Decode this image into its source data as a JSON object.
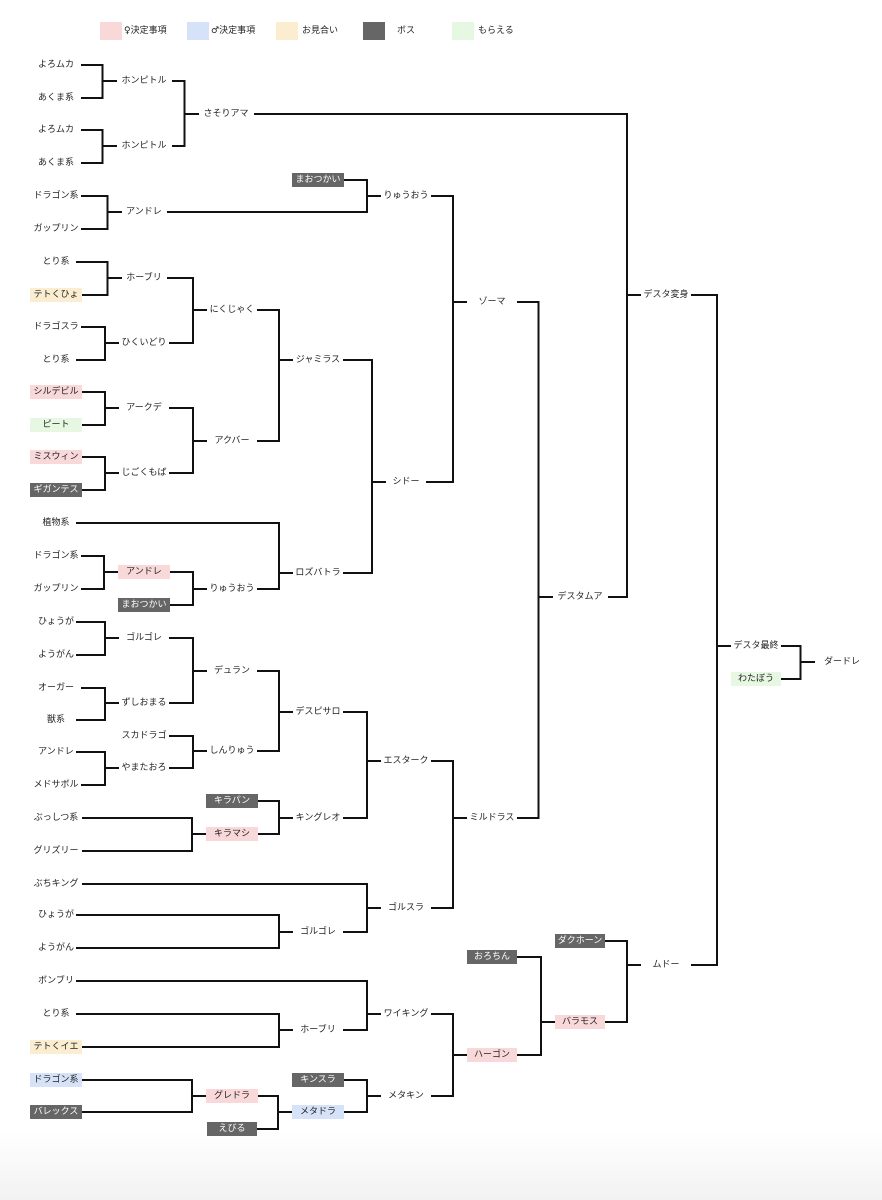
{
  "legend": [
    {
      "key": "female",
      "label": "♀決定事項",
      "color": "#f9d8da"
    },
    {
      "key": "male",
      "label": "♂決定事項",
      "color": "#d6e2f7"
    },
    {
      "key": "date",
      "label": "お見合い",
      "color": "#fbedd0"
    },
    {
      "key": "boss",
      "label": "ボス",
      "color": "#666666"
    },
    {
      "key": "gift",
      "label": "もらえる",
      "color": "#e6f8e2"
    }
  ],
  "tree": {
    "label": "ダードレ",
    "children": [
      {
        "label": "デスタ最終",
        "children": [
          {
            "label": "デスタ変身",
            "children": [
              {
                "label": "さそりアマ",
                "children": [
                  {
                    "label": "ホンピトル",
                    "children": [
                      {
                        "label": "よろムカ"
                      },
                      {
                        "label": "あくま系"
                      }
                    ]
                  },
                  {
                    "label": "ホンピトル",
                    "children": [
                      {
                        "label": "よろムカ"
                      },
                      {
                        "label": "あくま系"
                      }
                    ]
                  }
                ]
              },
              {
                "label": "デスタムア",
                "children": [
                  {
                    "label": "ゾーマ",
                    "children": [
                      {
                        "label": "りゅうおう",
                        "children": [
                          {
                            "label": "まおつかい",
                            "type": "boss"
                          },
                          {
                            "label": "アンドレ",
                            "children": [
                              {
                                "label": "ドラゴン系"
                              },
                              {
                                "label": "ガップリン"
                              }
                            ]
                          }
                        ]
                      },
                      {
                        "label": "シドー",
                        "children": [
                          {
                            "label": "ジャミラス",
                            "children": [
                              {
                                "label": "にくじゃく",
                                "children": [
                                  {
                                    "label": "ホーブリ",
                                    "children": [
                                      {
                                        "label": "とり系"
                                      },
                                      {
                                        "label": "テトくひょ",
                                        "type": "date"
                                      }
                                    ]
                                  },
                                  {
                                    "label": "ひくいどり",
                                    "children": [
                                      {
                                        "label": "ドラゴスラ"
                                      },
                                      {
                                        "label": "とり系"
                                      }
                                    ]
                                  }
                                ]
                              },
                              {
                                "label": "アクバー",
                                "children": [
                                  {
                                    "label": "アークデ",
                                    "children": [
                                      {
                                        "label": "シルデビル",
                                        "type": "female"
                                      },
                                      {
                                        "label": "ピート",
                                        "type": "gift"
                                      }
                                    ]
                                  },
                                  {
                                    "label": "じごくもば",
                                    "children": [
                                      {
                                        "label": "ミスウィン",
                                        "type": "female"
                                      },
                                      {
                                        "label": "ギガンテス",
                                        "type": "boss"
                                      }
                                    ]
                                  }
                                ]
                              }
                            ]
                          },
                          {
                            "label": "ロズバトラ",
                            "children": [
                              {
                                "label": "植物系"
                              },
                              {
                                "label": "りゅうおう",
                                "children": [
                                  {
                                    "label": "アンドレ",
                                    "type": "female",
                                    "children": [
                                      {
                                        "label": "ドラゴン系"
                                      },
                                      {
                                        "label": "ガップリン"
                                      }
                                    ]
                                  },
                                  {
                                    "label": "まおつかい",
                                    "type": "boss"
                                  }
                                ]
                              }
                            ]
                          }
                        ]
                      }
                    ]
                  },
                  {
                    "label": "ミルドラス",
                    "children": [
                      {
                        "label": "エスターク",
                        "children": [
                          {
                            "label": "デスピサロ",
                            "children": [
                              {
                                "label": "デュラン",
                                "children": [
                                  {
                                    "label": "ゴルゴレ",
                                    "children": [
                                      {
                                        "label": "ひょうが"
                                      },
                                      {
                                        "label": "ようがん"
                                      }
                                    ]
                                  },
                                  {
                                    "label": "ずしおまる",
                                    "children": [
                                      {
                                        "label": "オーガー"
                                      },
                                      {
                                        "label": "獣系"
                                      }
                                    ]
                                  }
                                ]
                              },
                              {
                                "label": "しんりゅう",
                                "children": [
                                  {
                                    "label": "スカドラゴ"
                                  },
                                  {
                                    "label": "やまたおろ",
                                    "children": [
                                      {
                                        "label": "アンドレ"
                                      },
                                      {
                                        "label": "メドサボル"
                                      }
                                    ]
                                  }
                                ]
                              }
                            ]
                          },
                          {
                            "label": "キングレオ",
                            "children": [
                              {
                                "label": "キラパン",
                                "type": "boss"
                              },
                              {
                                "label": "キラマシ",
                                "type": "female",
                                "children": [
                                  {
                                    "label": "ぶっしつ系"
                                  },
                                  {
                                    "label": "グリズリー"
                                  }
                                ]
                              }
                            ]
                          }
                        ]
                      },
                      {
                        "label": "ゴルスラ",
                        "children": [
                          {
                            "label": "ぶちキング"
                          },
                          {
                            "label": "ゴルゴレ",
                            "children": [
                              {
                                "label": "ひょうが"
                              },
                              {
                                "label": "ようがん"
                              }
                            ]
                          }
                        ]
                      }
                    ]
                  }
                ]
              }
            ]
          },
          {
            "label": "ムドー",
            "children": [
              {
                "label": "ダクホーン",
                "type": "boss"
              },
              {
                "label": "バラモス",
                "type": "female",
                "children": [
                  {
                    "label": "おろちん",
                    "type": "boss"
                  },
                  {
                    "label": "ハーゴン",
                    "type": "female",
                    "children": [
                      {
                        "label": "ワイキング",
                        "children": [
                          {
                            "label": "ボンブリ"
                          },
                          {
                            "label": "ホーブリ",
                            "children": [
                              {
                                "label": "とり系"
                              },
                              {
                                "label": "テトくイエ",
                                "type": "date"
                              }
                            ]
                          }
                        ]
                      },
                      {
                        "label": "メタキン",
                        "children": [
                          {
                            "label": "キンスラ",
                            "type": "boss"
                          },
                          {
                            "label": "メタドラ",
                            "type": "male",
                            "children": [
                              {
                                "label": "グレドラ",
                                "type": "female",
                                "children": [
                                  {
                                    "label": "ドラゴン系",
                                    "type": "male"
                                  },
                                  {
                                    "label": "バレックス",
                                    "type": "boss"
                                  }
                                ]
                              },
                              {
                                "label": "えびる",
                                "type": "boss"
                              }
                            ]
                          }
                        ]
                      }
                    ]
                  }
                ]
              }
            ]
          }
        ]
      },
      {
        "label": "わたぼう",
        "type": "gift"
      }
    ]
  }
}
